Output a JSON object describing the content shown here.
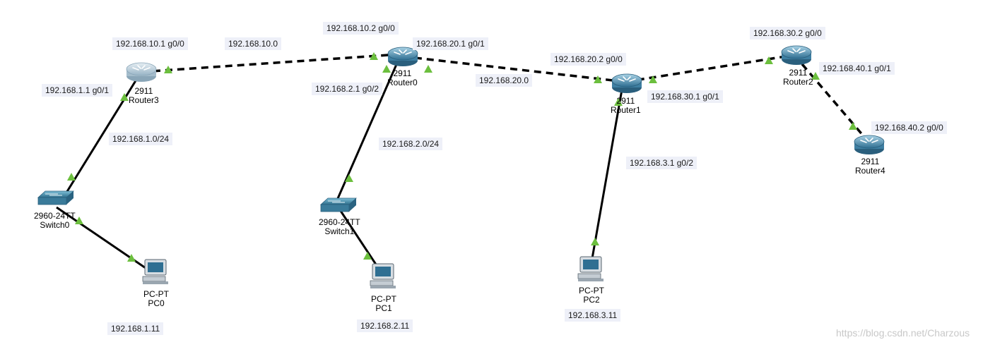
{
  "devices": {
    "router3": {
      "model": "2911",
      "name": "Router3"
    },
    "router0": {
      "model": "2911",
      "name": "Router0"
    },
    "router1": {
      "model": "2911",
      "name": "Router1"
    },
    "router2": {
      "model": "2911",
      "name": "Router2"
    },
    "router4": {
      "model": "2911",
      "name": "Router4"
    },
    "switch0": {
      "model": "2960-24TT",
      "name": "Switch0"
    },
    "switch1": {
      "model": "2960-24TT",
      "name": "Switch1"
    },
    "pc0": {
      "model": "PC-PT",
      "name": "PC0"
    },
    "pc1": {
      "model": "PC-PT",
      "name": "PC1"
    },
    "pc2": {
      "model": "PC-PT",
      "name": "PC2"
    }
  },
  "labels": {
    "r3_g00": "192.168.10.1 g0/0",
    "net_10": "192.168.10.0",
    "r0_g00": "192.168.10.2 g0/0",
    "r0_g01": "192.168.20.1 g0/1",
    "r1_g00": "192.168.20.2 g0/0",
    "r2_g00": "192.168.30.2 g0/0",
    "r3_g01": "192.168.1.1 g0/1",
    "r0_g02": "192.168.2.1 g0/2",
    "net_20": "192.168.20.0",
    "r1_g01": "192.168.30.1 g0/1",
    "r2_g01": "192.168.40.1 g0/1",
    "r4_g00": "192.168.40.2 g0/0",
    "net_1": "192.168.1.0/24",
    "net_2": "192.168.2.0/24",
    "r1_g02": "192.168.3.1 g0/2",
    "pc0_ip": "192.168.1.11",
    "pc1_ip": "192.168.2.11",
    "pc2_ip": "192.168.3.11"
  },
  "watermark": "https://blog.csdn.net/Charzous",
  "colors": {
    "link": "#000000",
    "status": "#5cb85c",
    "label_bg": "#eef0f8",
    "router_body": "#4d8fb0",
    "switch_body": "#3d8aa8"
  }
}
